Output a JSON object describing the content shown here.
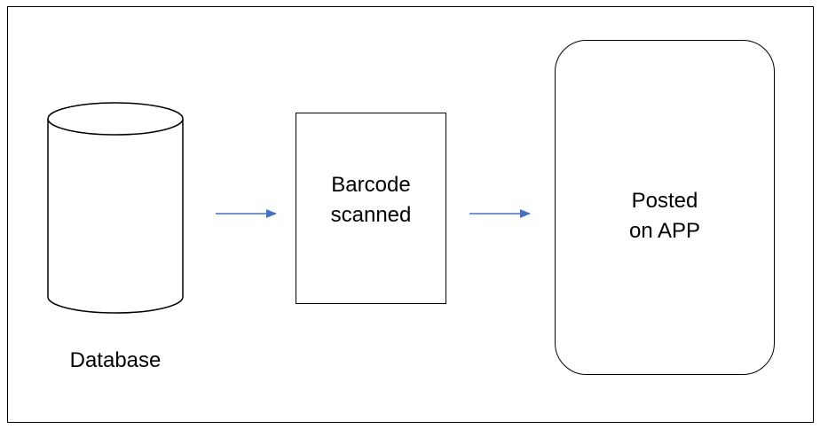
{
  "nodes": {
    "database": {
      "label": "Database"
    },
    "scanner": {
      "line1": "Barcode",
      "line2": "scanned"
    },
    "app": {
      "line1": "Posted",
      "line2": "on APP"
    }
  },
  "edges": [
    {
      "from": "database",
      "to": "scanner"
    },
    {
      "from": "scanner",
      "to": "app"
    }
  ],
  "colors": {
    "arrow": "#4472C4",
    "outline": "#000000"
  }
}
